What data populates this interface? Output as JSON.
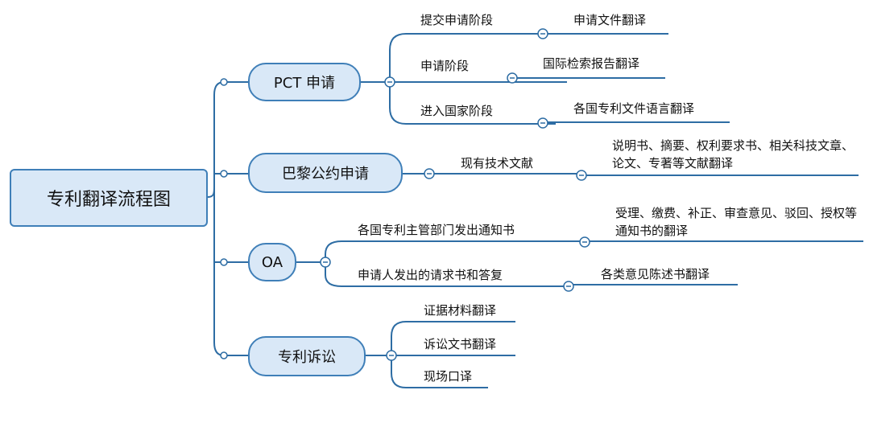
{
  "root": {
    "label": "专利翻译流程图"
  },
  "branches": [
    {
      "label": "PCT 申请",
      "children": [
        {
          "label": "提交申请阶段",
          "leaf": "申请文件翻译"
        },
        {
          "label": "申请阶段",
          "leaf": "国际检索报告翻译"
        },
        {
          "label": "进入国家阶段",
          "leaf": "各国专利文件语言翻译"
        }
      ]
    },
    {
      "label": "巴黎公约申请",
      "children": [
        {
          "label": "现有技术文献",
          "leaf": "说明书、摘要、权利要求书、相关科技文章、论文、专著等文献翻译"
        }
      ]
    },
    {
      "label": "OA",
      "children": [
        {
          "label": "各国专利主管部门发出通知书",
          "leaf": "受理、缴费、补正、审查意见、驳回、授权等通知书的翻译"
        },
        {
          "label": "申请人发出的请求书和答复",
          "leaf": "各类意见陈述书翻译"
        }
      ]
    },
    {
      "label": "专利诉讼",
      "children": [
        {
          "label": "证据材料翻译"
        },
        {
          "label": "诉讼文书翻译"
        },
        {
          "label": "现场口译"
        }
      ]
    }
  ],
  "colors": {
    "line": "#2e6da4",
    "node_fill": "#d9e8f7",
    "node_border": "#3f7fb8"
  }
}
